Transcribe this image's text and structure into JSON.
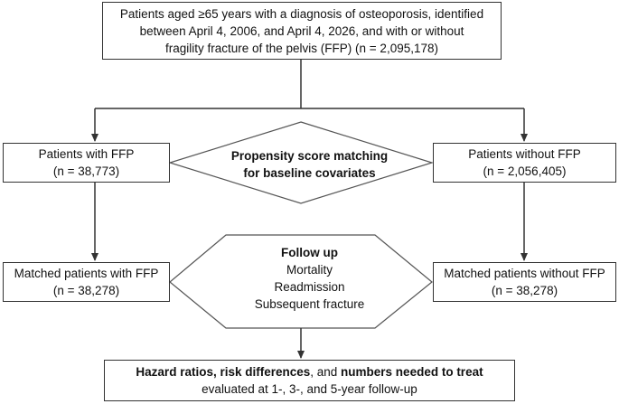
{
  "top_box": {
    "lines": [
      "Patients aged ≥65 years with a diagnosis of osteoporosis, identified",
      "between April 4, 2006, and April 4, 2026, and with or without",
      "fragility fracture of the pelvis (FFP) (n = 2,095,178)"
    ]
  },
  "with_ffp": {
    "label": "Patients with FFP",
    "count": "(n = 38,773)"
  },
  "without_ffp": {
    "label": "Patients without FFP",
    "count": "(n = 2,056,405)"
  },
  "matching": {
    "lines": [
      "Propensity score matching",
      "for baseline covariates"
    ]
  },
  "matched_with_ffp": {
    "label": "Matched patients with FFP",
    "count": "(n = 38,278)"
  },
  "matched_without_ffp": {
    "label": "Matched patients without FFP",
    "count": "(n = 38,278)"
  },
  "follow_up": {
    "title": "Follow up",
    "items": [
      "Mortality",
      "Readmission",
      "Subsequent fracture"
    ]
  },
  "outcome_box": {
    "part1": "Hazard ratios, risk differences",
    "part2": ", and ",
    "part3": "numbers needed to treat",
    "line2": "evaluated at 1-, 3-, and 5-year follow-up"
  },
  "colors": {
    "stroke": "#333333",
    "text": "#111111",
    "background": "#ffffff"
  }
}
